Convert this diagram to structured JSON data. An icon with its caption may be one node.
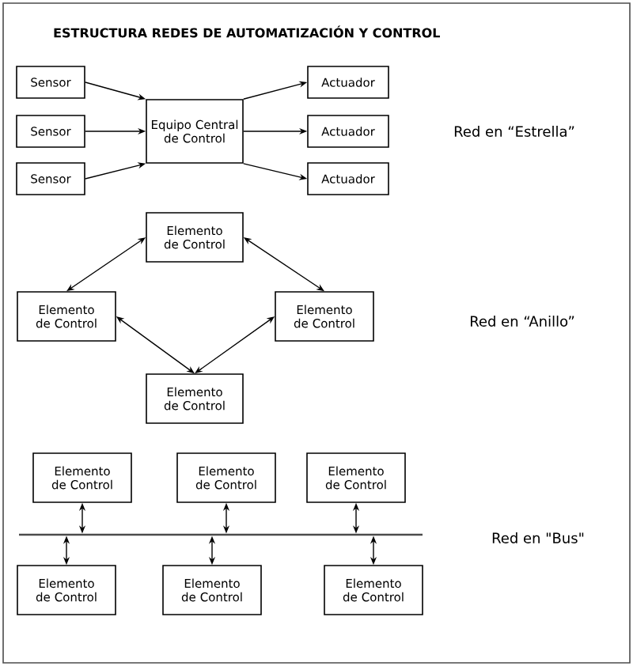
{
  "diagram": {
    "title": "ESTRUCTURA REDES DE AUTOMATIZACIÓN Y CONTROL",
    "nodes": [
      {
        "text": [
          "Sensor"
        ]
      },
      {
        "text": [
          "Sensor"
        ]
      },
      {
        "text": [
          "Sensor"
        ]
      },
      {
        "text": [
          "Equipo Central de Control"
        ]
      },
      {
        "text": [
          "Actuador"
        ]
      },
      {
        "text": [
          "Actuador"
        ]
      },
      {
        "text": [
          "Actuador"
        ]
      },
      {
        "text": [
          "Elemento de Control"
        ]
      },
      {
        "text": [
          "Elemento de Control"
        ]
      },
      {
        "text": [
          "Elemento de Control"
        ]
      },
      {
        "text": [
          "Elemento de Control"
        ]
      },
      {
        "text": [
          "Elemento de Control"
        ]
      },
      {
        "text": [
          "Elemento de Control"
        ]
      },
      {
        "text": [
          "Elemento de Control"
        ]
      },
      {
        "text": [],
        "shape": "bar"
      },
      {
        "text": [
          "Elemento de Control"
        ]
      },
      {
        "text": [
          "Elemento de Control"
        ]
      },
      {
        "text": [
          "Elemento de Control"
        ]
      }
    ],
    "edges": [
      {
        "from": 0,
        "to": 3,
        "arrow": "to"
      },
      {
        "from": 1,
        "to": 3,
        "arrow": "to"
      },
      {
        "from": 2,
        "to": 3,
        "arrow": "to"
      },
      {
        "from": 3,
        "to": 4,
        "arrow": "to"
      },
      {
        "from": 3,
        "to": 5,
        "arrow": "to"
      },
      {
        "from": 3,
        "to": 6,
        "arrow": "to"
      },
      {
        "from": 7,
        "to": 8,
        "arrow": "both"
      },
      {
        "from": 7,
        "to": 9,
        "arrow": "both"
      },
      {
        "from": 8,
        "to": 10,
        "arrow": "both"
      },
      {
        "from": 9,
        "to": 10,
        "arrow": "both"
      },
      {
        "from": 11,
        "to": 14,
        "arrow": "both"
      },
      {
        "from": 12,
        "to": 14,
        "arrow": "both"
      },
      {
        "from": 13,
        "to": 14,
        "arrow": "both"
      },
      {
        "from": 15,
        "to": 14,
        "arrow": "both"
      },
      {
        "from": 16,
        "to": 14,
        "arrow": "both"
      },
      {
        "from": 17,
        "to": 14,
        "arrow": "both"
      }
    ],
    "labels": [
      "Red en “Estrella”",
      "Red en “Anillo”",
      "Red en \"Bus\""
    ]
  }
}
